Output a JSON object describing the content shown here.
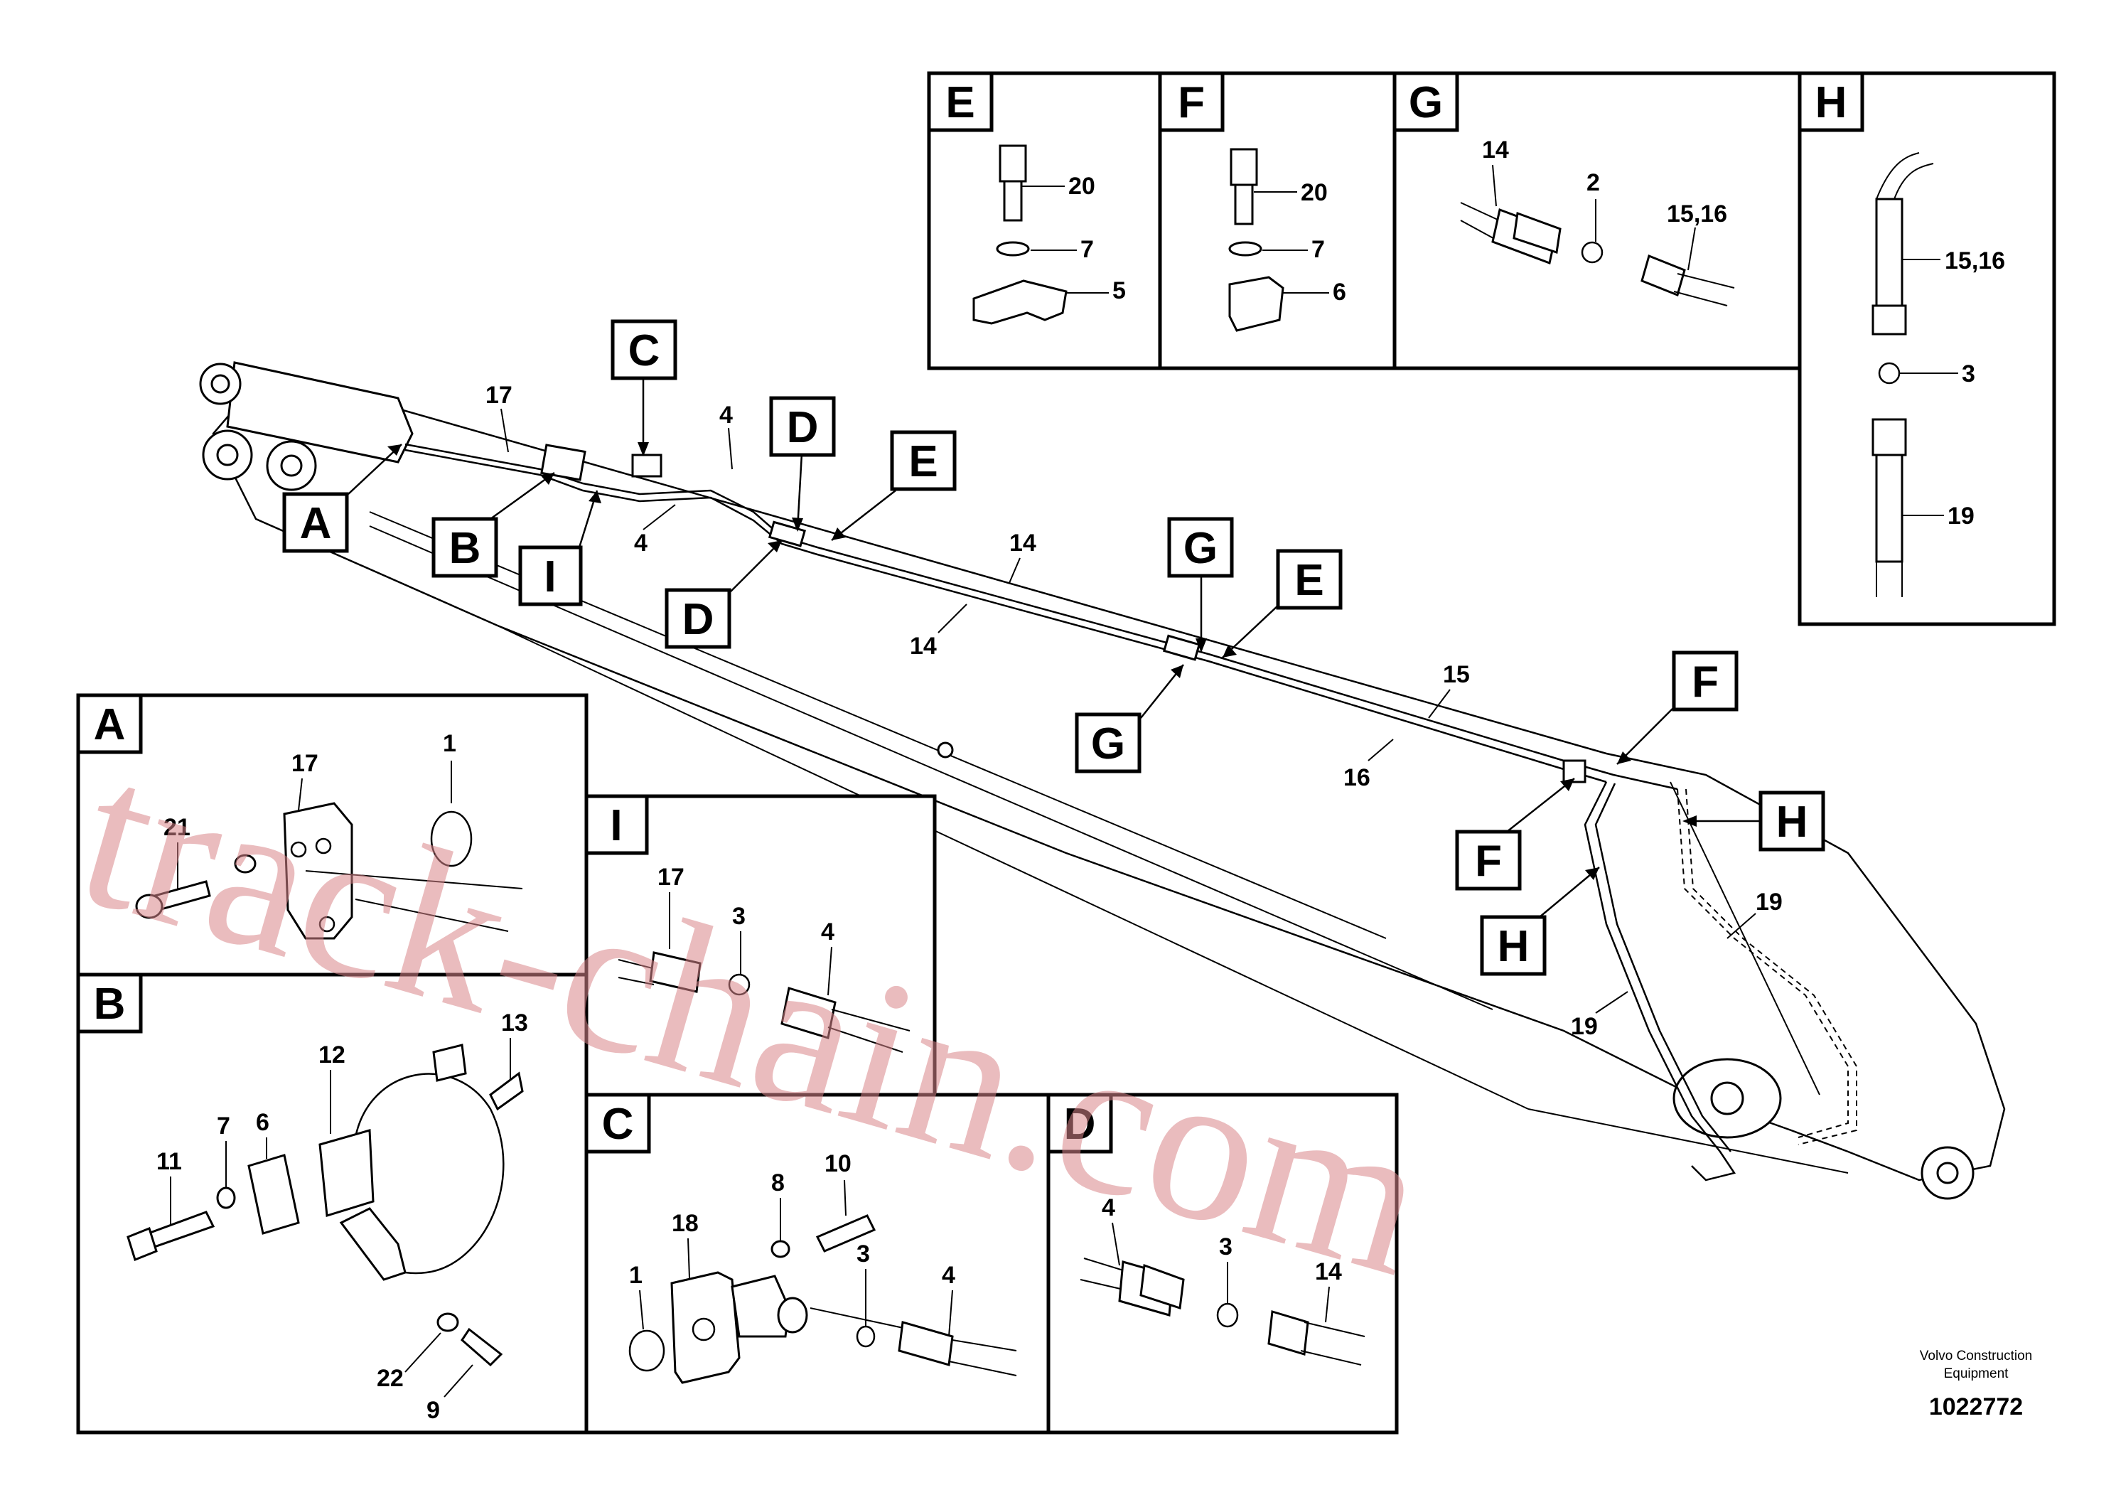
{
  "watermark": "track-chain.com",
  "footer": {
    "company_line1": "Volvo Construction",
    "company_line2": "Equipment",
    "drawing_number": "1022772"
  },
  "main_view": {
    "callouts": {
      "A": "A",
      "B": "B",
      "C": "C",
      "D": "D",
      "E": "E",
      "F": "F",
      "G": "G",
      "H": "H",
      "I": "I"
    },
    "items": {
      "n17": "17",
      "n4a": "4",
      "n4b": "4",
      "n14a": "14",
      "n14b": "14",
      "n15": "15",
      "n16": "16",
      "n19a": "19",
      "n19b": "19"
    }
  },
  "details": {
    "E": {
      "letter": "E",
      "labels": [
        "20",
        "7",
        "5"
      ]
    },
    "F": {
      "letter": "F",
      "labels": [
        "20",
        "7",
        "6"
      ]
    },
    "G": {
      "letter": "G",
      "labels": [
        "14",
        "2",
        "15,16"
      ]
    },
    "H": {
      "letter": "H",
      "labels": [
        "15,16",
        "3",
        "19"
      ]
    },
    "A": {
      "letter": "A",
      "labels": [
        "1",
        "17",
        "21"
      ]
    },
    "I": {
      "letter": "I",
      "labels": [
        "17",
        "3",
        "4"
      ]
    },
    "B": {
      "letter": "B",
      "labels": [
        "13",
        "12",
        "6",
        "7",
        "11",
        "22",
        "9"
      ]
    },
    "C": {
      "letter": "C",
      "labels": [
        "8",
        "10",
        "18",
        "1",
        "3",
        "4"
      ]
    },
    "D": {
      "letter": "D",
      "labels": [
        "4",
        "3",
        "14"
      ]
    }
  },
  "colors": {
    "ink": "#000000",
    "watermark": "#d9868a",
    "background": "#ffffff"
  }
}
